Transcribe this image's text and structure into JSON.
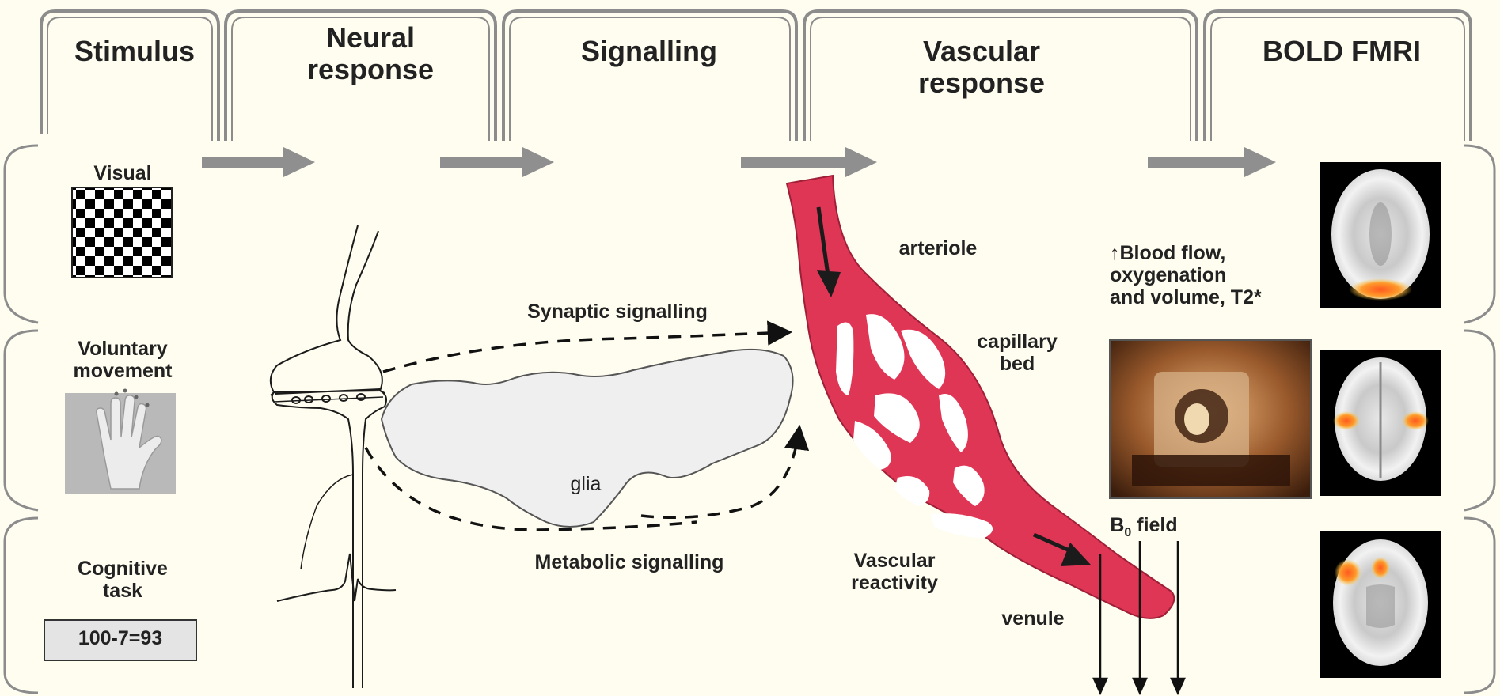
{
  "colors": {
    "background": "#fffdf0",
    "frame": "#8c8c8c",
    "arrow": "#8f8f8f",
    "vessel": "#e03655",
    "vessel_dark": "#9e1f37",
    "glia": "#efefef",
    "ink": "#1b1b1b"
  },
  "stages": [
    {
      "id": "stimulus",
      "title": "Stimulus"
    },
    {
      "id": "neural",
      "title": "Neural\nresponse"
    },
    {
      "id": "signalling",
      "title": "Signalling"
    },
    {
      "id": "vascular",
      "title": "Vascular\nresponse"
    },
    {
      "id": "bold",
      "title": "BOLD FMRI"
    }
  ],
  "stimuli": [
    {
      "label": "Visual",
      "icon": "checkerboard-icon"
    },
    {
      "label": "Voluntary\nmovement",
      "icon": "hand-photo-icon"
    },
    {
      "label": "Cognitive\ntask",
      "box_text": "100-7=93"
    }
  ],
  "signalling": {
    "synaptic": "Synaptic signalling",
    "metabolic": "Metabolic signalling",
    "glia": "glia"
  },
  "vascular": {
    "arteriole": "arteriole",
    "capillary": "capillary\nbed",
    "reactivity": "Vascular\nreactivity",
    "venule": "venule",
    "field_main": "B",
    "field_sub": "0",
    "field_suffix": " field"
  },
  "bold": {
    "caption": "↑Blood flow,\noxygenation\nand volume, T2*",
    "scanner": "mri-scanner-photo",
    "scans": [
      "visual-activation-scan",
      "motor-activation-scan",
      "cognitive-activation-scan"
    ]
  }
}
